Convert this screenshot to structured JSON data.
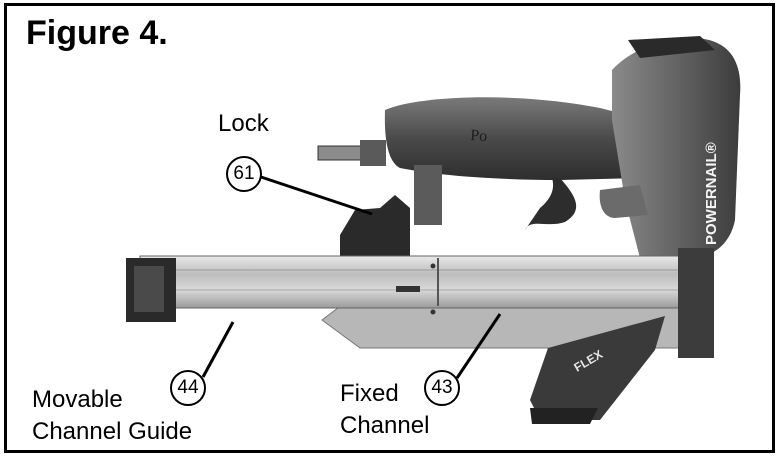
{
  "figure": {
    "title": "Figure 4.",
    "brand": "POWERNAIL®",
    "badge": "FLEX"
  },
  "callouts": [
    {
      "id": "lock",
      "number": "61",
      "label": "Lock"
    },
    {
      "id": "movable-channel-guide",
      "number": "44",
      "label_line1": "Movable",
      "label_line2": "Channel Guide"
    },
    {
      "id": "fixed-channel",
      "number": "43",
      "label_line1": "Fixed",
      "label_line2": "Channel"
    }
  ],
  "colors": {
    "frame": "#000000",
    "tool_dark": "#3a3a3a",
    "tool_mid": "#6d6d6d",
    "channel_light": "#c8c8c8"
  }
}
